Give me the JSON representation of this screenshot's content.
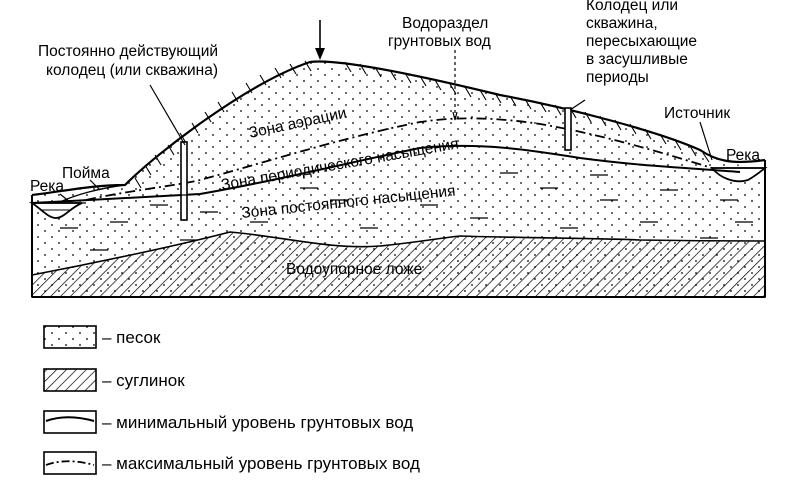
{
  "labels": {
    "reka_left": "Река",
    "poyma": "Пойма",
    "well_permanent_1": "Постоянно действующий",
    "well_permanent_2": "колодец (или скважина)",
    "divide_1": "Водораздел",
    "divide_2": "грунтовых вод",
    "well_dry_1": "Колодец или",
    "well_dry_2": "скважина,",
    "well_dry_3": "пересыхающие",
    "well_dry_4": "в засушливые",
    "well_dry_5": "периоды",
    "spring": "Источник",
    "reka_right": "Река",
    "zone_aeration": "Зона аэрации",
    "zone_periodic": "Зона периодического насыщения",
    "zone_permanent": "Зона постоянного насыщения",
    "aquitard": "Водоупорное ложе"
  },
  "legend": [
    {
      "symbol": "sand",
      "text": "– песок"
    },
    {
      "symbol": "loam",
      "text": "– суглинок"
    },
    {
      "symbol": "min-water-level",
      "text": "– минимальный уровень грунтовых вод"
    },
    {
      "symbol": "max-water-level",
      "text": "– максимальный уровень грунтовых вод"
    }
  ]
}
